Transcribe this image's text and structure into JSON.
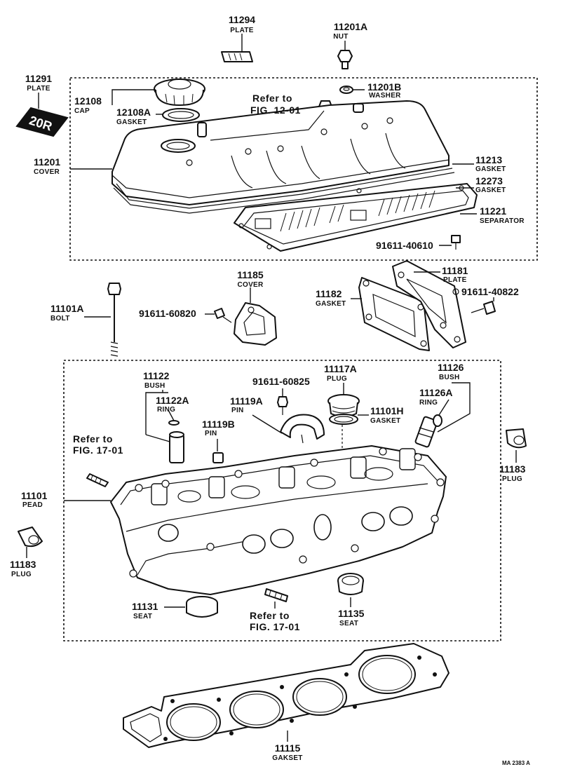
{
  "parts": {
    "p11294": {
      "num": "11294",
      "name": "PLATE"
    },
    "p11201A": {
      "num": "11201A",
      "name": "NUT"
    },
    "p11291": {
      "num": "11291",
      "name": "PLATE"
    },
    "p11291_emblem": "20R",
    "p12108": {
      "num": "12108",
      "name": "CAP"
    },
    "p12108A": {
      "num": "12108A",
      "name": "GASKET"
    },
    "p11201B": {
      "num": "11201B",
      "name": "WASHER"
    },
    "p11201": {
      "num": "11201",
      "name": "COVER"
    },
    "p11213": {
      "num": "11213",
      "name": "GASKET"
    },
    "p12273": {
      "num": "12273",
      "name": "GASKET"
    },
    "p11221": {
      "num": "11221",
      "name": "SEPARATOR"
    },
    "p9161140610": {
      "num": "91611-40610"
    },
    "p11101A": {
      "num": "11101A",
      "name": "BOLT"
    },
    "p11185": {
      "num": "11185",
      "name": "COVER"
    },
    "p9161160820": {
      "num": "91611-60820"
    },
    "p11182": {
      "num": "11182",
      "name": "GASKET"
    },
    "p11181": {
      "num": "11181",
      "name": "PLATE"
    },
    "p9161140822": {
      "num": "91611-40822"
    },
    "p11122": {
      "num": "11122",
      "name": "BUSH"
    },
    "p11122A": {
      "num": "11122A",
      "name": "RING"
    },
    "p9161160825": {
      "num": "91611-60825"
    },
    "p11117A": {
      "num": "11117A",
      "name": "PLUG"
    },
    "p11126": {
      "num": "11126",
      "name": "BUSH"
    },
    "p11126A": {
      "num": "11126A",
      "name": "RING"
    },
    "p11119A": {
      "num": "11119A",
      "name": "PIN"
    },
    "p11101H": {
      "num": "11101H",
      "name": "GASKET"
    },
    "p11119B": {
      "num": "11119B",
      "name": "PIN"
    },
    "p11183r": {
      "num": "11183",
      "name": "PLUG"
    },
    "p11101": {
      "num": "11101",
      "name": "PEAD"
    },
    "p11183l": {
      "num": "11183",
      "name": "PLUG"
    },
    "p11131": {
      "num": "11131",
      "name": "SEAT"
    },
    "p11135": {
      "num": "11135",
      "name": "SEAT"
    },
    "p11115": {
      "num": "11115",
      "name": "GAKSET"
    }
  },
  "refs": {
    "ref1": {
      "line1": "Refer to",
      "line2": "FIG. 12-01"
    },
    "ref2": {
      "line1": "Refer to",
      "line2": "FIG. 17-01"
    },
    "ref3": {
      "line1": "Refer to",
      "line2": "FIG. 17-01"
    }
  },
  "drawing_code": "MA 2383 A"
}
